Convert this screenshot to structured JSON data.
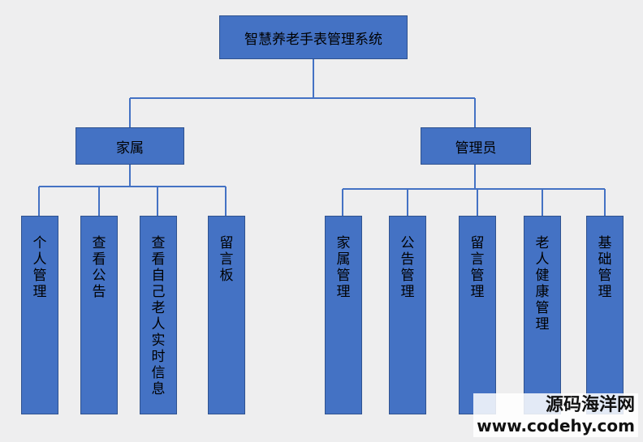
{
  "root": {
    "label": "智慧养老手表管理系统"
  },
  "branches": [
    {
      "label": "家属",
      "children": [
        "个人管理",
        "查看公告",
        "查看自己老人实时信息",
        "留言板"
      ]
    },
    {
      "label": "管理员",
      "children": [
        "家属管理",
        "公告管理",
        "留言管理",
        "老人健康管理",
        "基础管理"
      ]
    }
  ],
  "watermark": {
    "line1": "源码海洋网",
    "line2": "www.codehy.com"
  },
  "colors": {
    "box": "#4472c4",
    "border": "#2f528f",
    "line": "#4472c4"
  }
}
